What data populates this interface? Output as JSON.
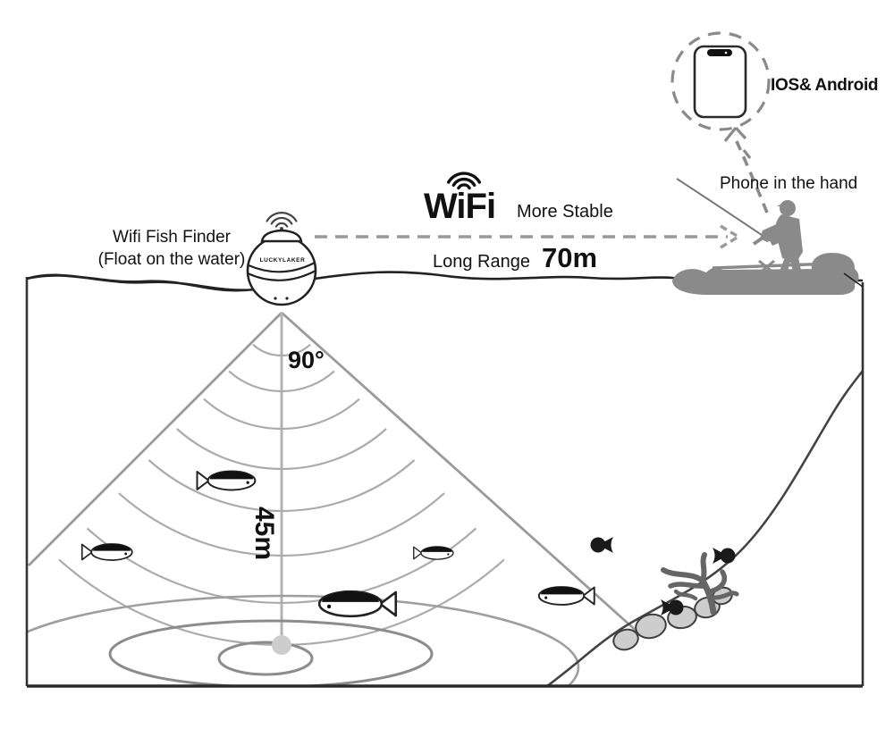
{
  "device": {
    "brand": "LUCKYLAKER",
    "label_line1": "Wifi Fish Finder",
    "label_line2": "(Float on the water)"
  },
  "connection": {
    "wifi_logo": "WiFi",
    "stability_note": "More Stable",
    "range_label": "Long Range",
    "range_value": "70m"
  },
  "app": {
    "platforms": "IOS& Android",
    "phone_note": "Phone in the hand"
  },
  "sonar": {
    "beam_angle": "90°",
    "depth_range": "45m"
  },
  "colors": {
    "outline_dark": "#222222",
    "sonar_gray": "#9a9a9a",
    "silhouette_gray": "#8a8a8a",
    "rock_fill": "#cdcdcd",
    "plant_gray": "#666666",
    "bottom_dot": "#cdcdcd"
  },
  "icons": {
    "wifi_signal": "wifi-signal-icon",
    "wifi_logo_arcs": "wifi-logo-arcs-icon",
    "smartphone": "smartphone-icon",
    "fisherman_kayak": "fisherman-kayak-icon",
    "fish": "fish-icon",
    "fish_finder_buoy": "fish-finder-buoy-icon"
  }
}
